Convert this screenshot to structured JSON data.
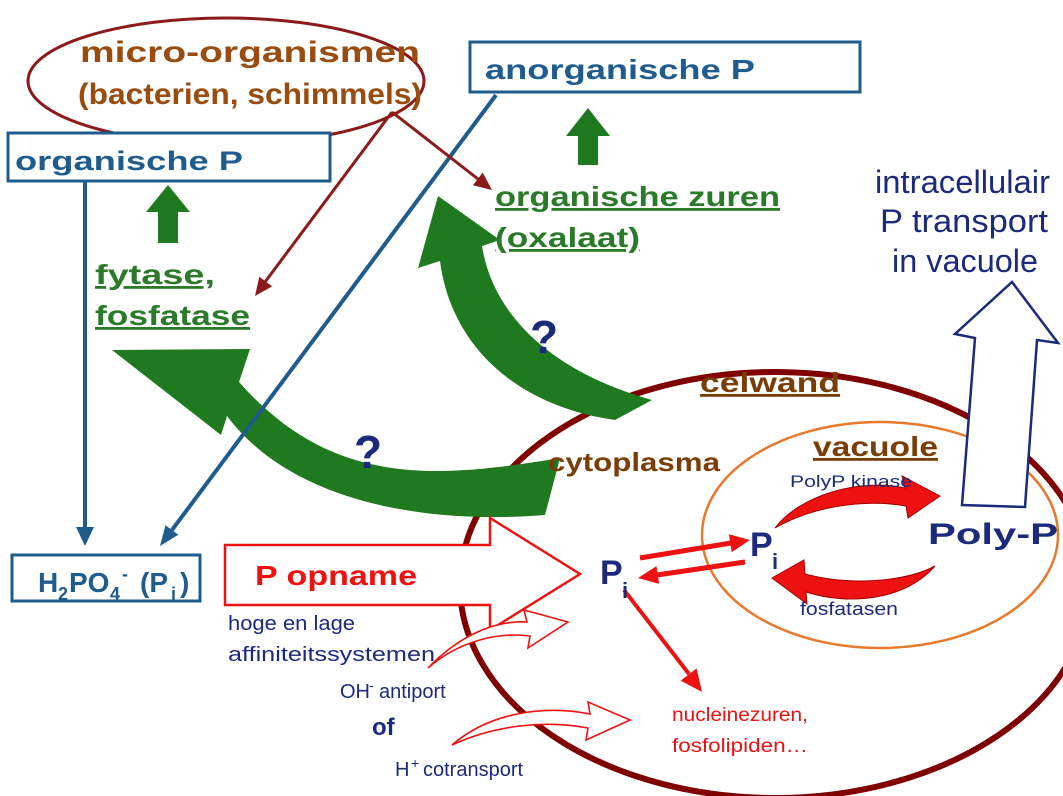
{
  "labels": {
    "micro_organisms": [
      "micro-organismen",
      "(bacterien, schimmels)"
    ],
    "inorganic_p": "anorganische P",
    "organic_p": "organische P",
    "organic_acids": [
      "organische zuren",
      "(oxalaat)"
    ],
    "enzymes": [
      "fytase,",
      "fosfatase"
    ],
    "intracellular_transport": [
      "intracellulair",
      "P transport",
      "in vacuole"
    ],
    "cell_wall": "celwand",
    "vacuole": "vacuole",
    "cytoplasm": "cytoplasma",
    "polyp_kinase": "PolyP kinase",
    "phosphatases": "fosfatasen",
    "poly_p": "Poly-P",
    "pi_vacuole": {
      "main": "P",
      "sub": "i"
    },
    "pi_cytoplasm": {
      "main": "P",
      "sub": "i"
    },
    "products": [
      "nucleinezuren,",
      "fosfolipiden…"
    ],
    "p_uptake": "P opname",
    "h2po4": {
      "h": "H",
      "h_sub": "2",
      "po": "PO",
      "po_sub": "4",
      "charge": "-",
      "open": "(P",
      "pi_sub": "i",
      "close": ")"
    },
    "affinity": [
      "hoge en lage",
      "affiniteitssystemen"
    ],
    "antiport": {
      "ion": "OH",
      "charge": "-",
      "text": "antiport"
    },
    "or": "of",
    "cotransport": {
      "ion": "H",
      "charge": "+",
      "text": "cotransport"
    },
    "question_marks": [
      "?",
      "?"
    ]
  },
  "colors": {
    "blue": "#1f5c8d",
    "navy": "#1b2a7a",
    "brown": "#9a4b0e",
    "dark_brown": "#7a3d05",
    "green": "#2a7a2a",
    "green_arrow": "#1f7a1f",
    "red": "#ee1111",
    "dark_red": "#8b1a1a",
    "cell_wall": "#800000",
    "vacuole_border": "#e8782c"
  }
}
